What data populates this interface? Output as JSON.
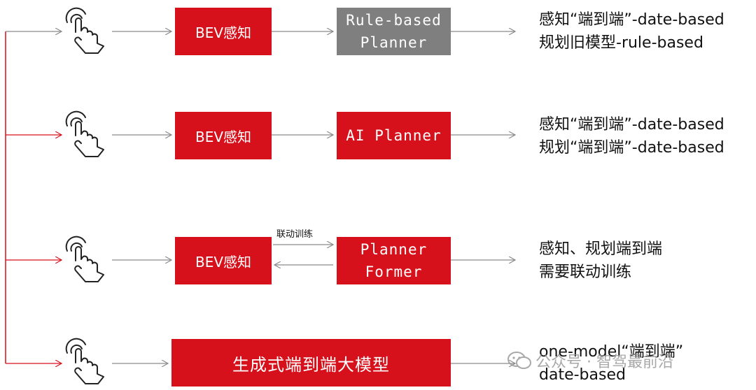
{
  "rows": [
    {
      "perception": "BEV感知",
      "planner": "Rule-based\nPlanner",
      "description": "感知“端到端”-date-based\n规划旧模型-rule-based"
    },
    {
      "perception": "BEV感知",
      "planner": "AI Planner",
      "description": "感知“端到端”-date-based\n规划“端到端”-date-based"
    },
    {
      "perception": "BEV感知",
      "planner": "Planner\nFormer",
      "link_label": "联动训练",
      "description": "感知、规划端到端\n需要联动训练"
    },
    {
      "model": "生成式端到端大模型",
      "description": "one-model“端到端”\ndate-based"
    }
  ],
  "watermark": "公众号 · 智驾最前沿",
  "colors": {
    "red": "#d6111b",
    "gray": "#7f7f7f",
    "line_red": "#d6111b",
    "arrow_gray": "#8a8a8a"
  },
  "icons": [
    "touch-hand-icon",
    "touch-hand-icon",
    "touch-hand-icon",
    "touch-hand-icon"
  ]
}
